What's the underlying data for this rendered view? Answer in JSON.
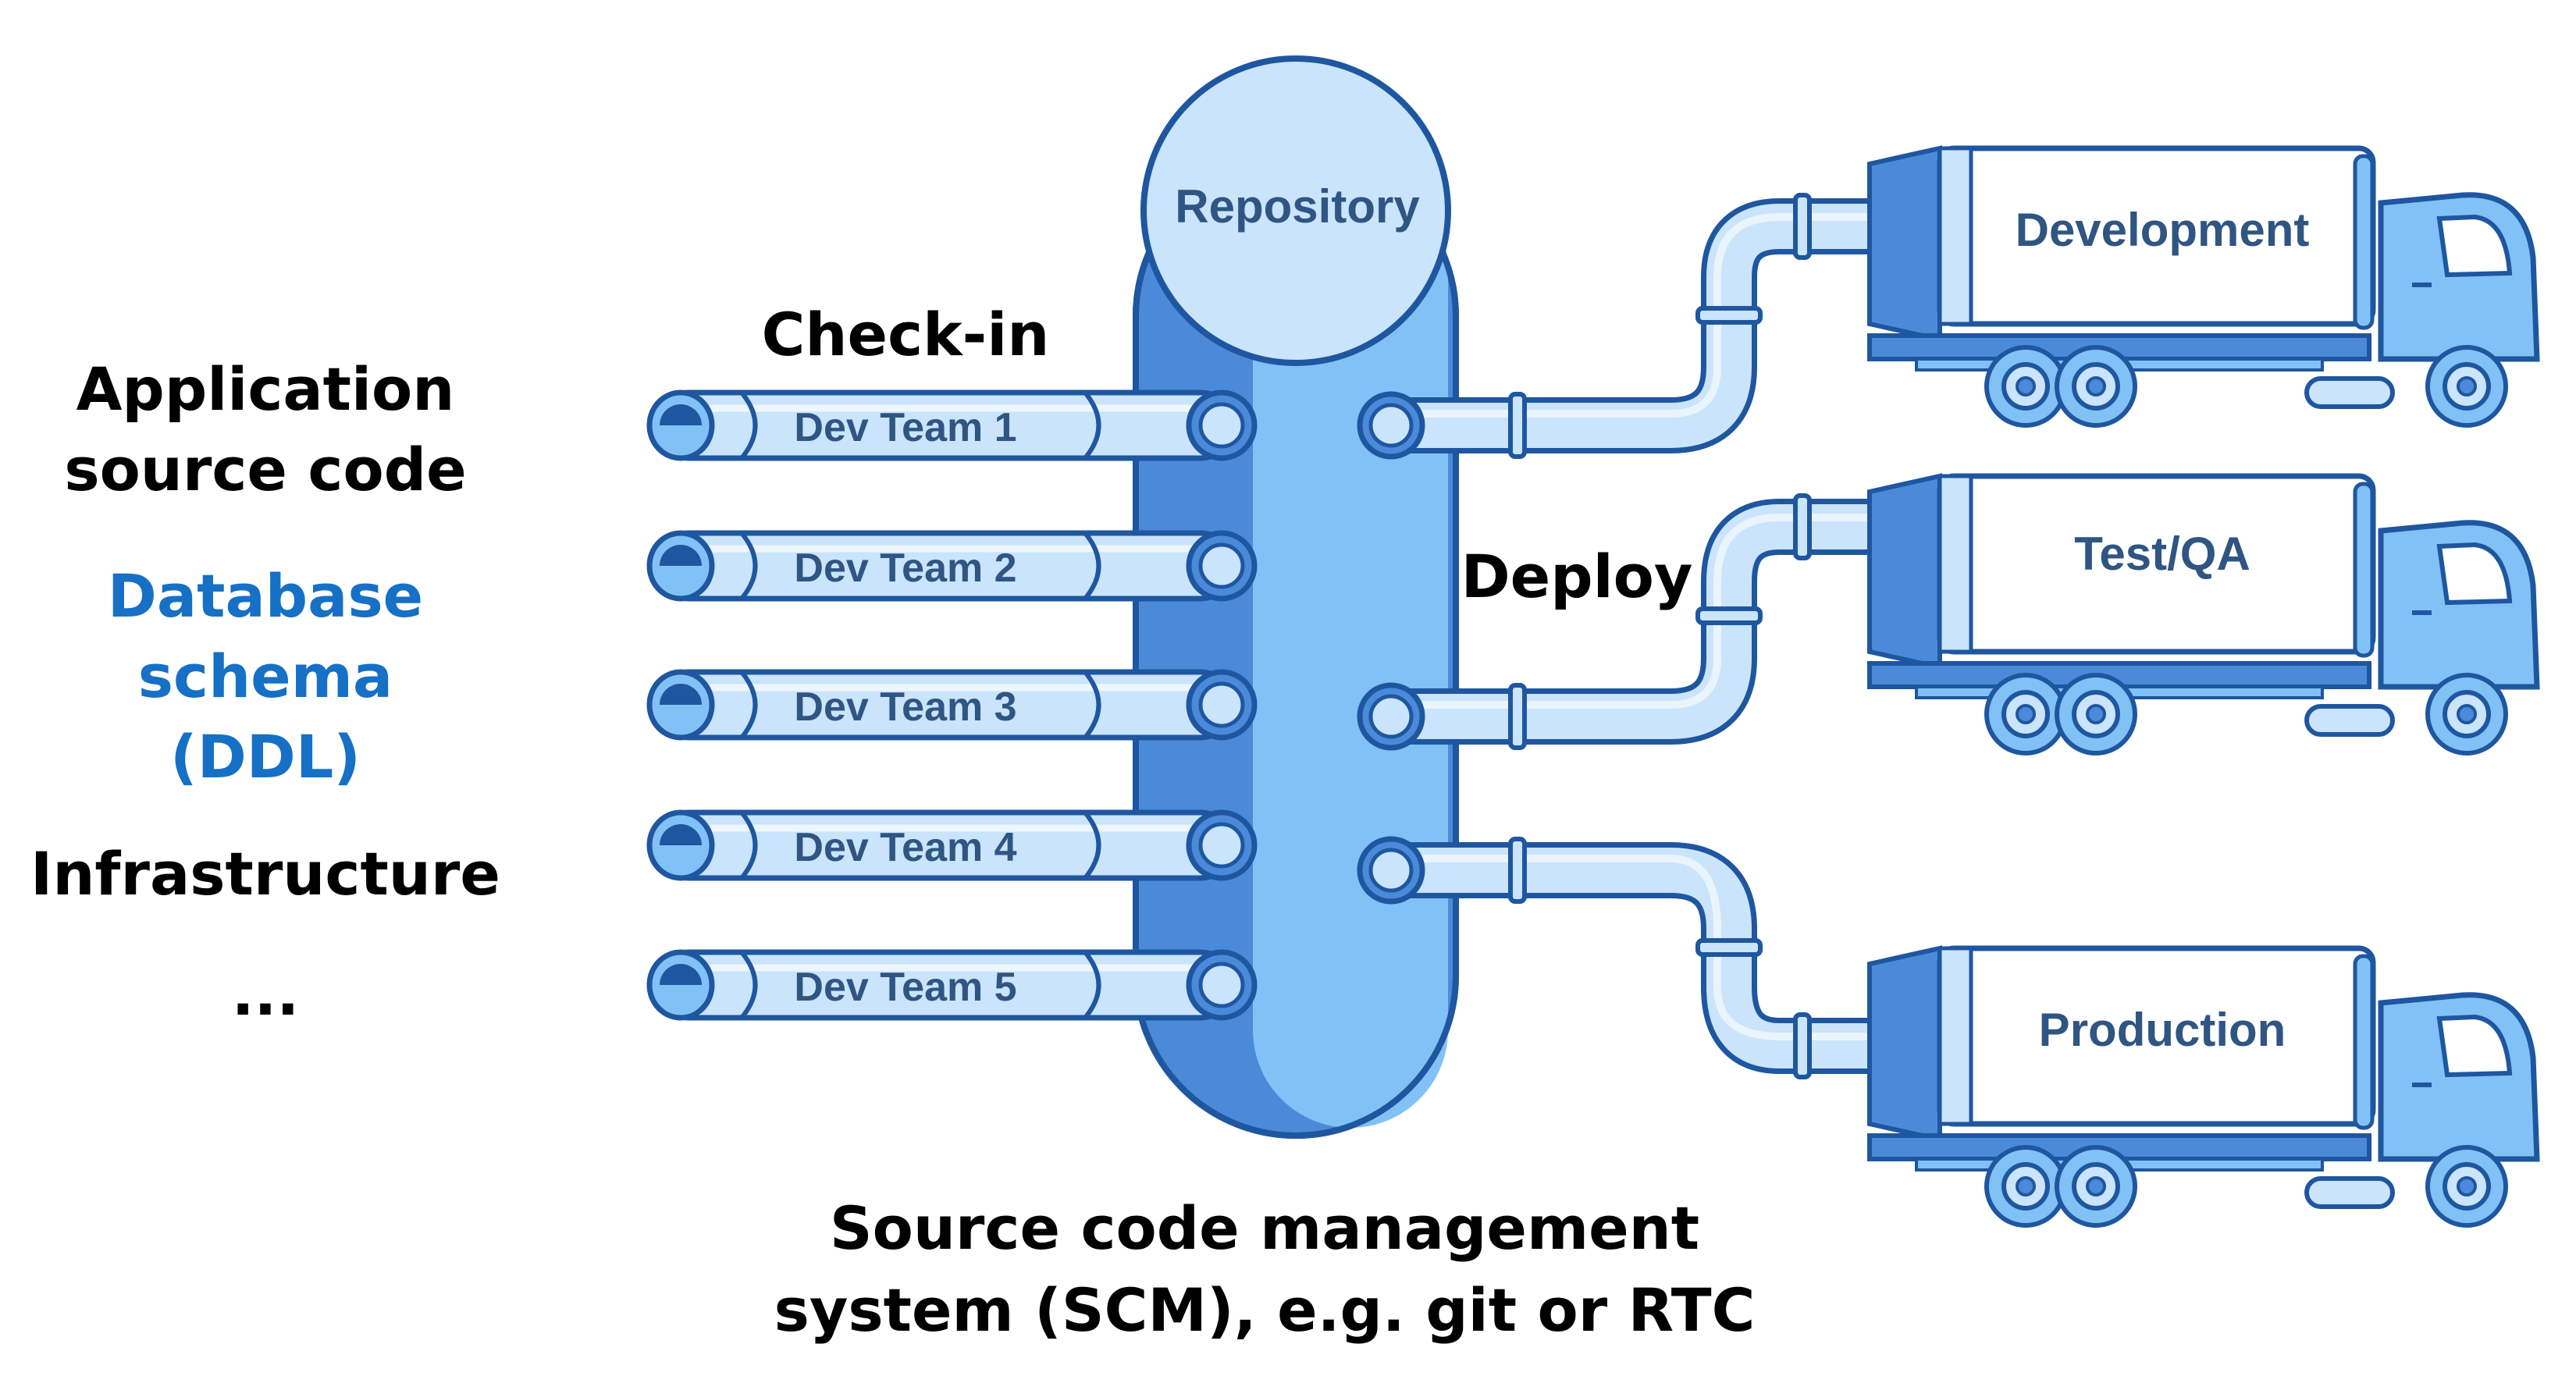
{
  "left_items": {
    "app_line1": "Application",
    "app_line2": "source code",
    "db_line1": "Database",
    "db_line2": "schema",
    "db_line3": "(DDL)",
    "infra": "Infrastructure",
    "ellipsis": "..."
  },
  "checkin_label": "Check-in",
  "deploy_label": "Deploy",
  "repository_label": "Repository",
  "dev_teams": [
    "Dev Team 1",
    "Dev Team 2",
    "Dev Team 3",
    "Dev Team 4",
    "Dev Team 5"
  ],
  "environments": [
    "Development",
    "Test/QA",
    "Production"
  ],
  "caption": {
    "line1": "Source code management",
    "line2": "system (SCM), e.g. git or RTC"
  },
  "colors": {
    "dark_text": "#000000",
    "accent_text": "#1570c6",
    "label_text": "#2f5583",
    "outline": "#1f56a0",
    "light_fill": "#c9e4fb",
    "mid_fill": "#82c1f5",
    "dark_fill": "#4b8ad9"
  }
}
